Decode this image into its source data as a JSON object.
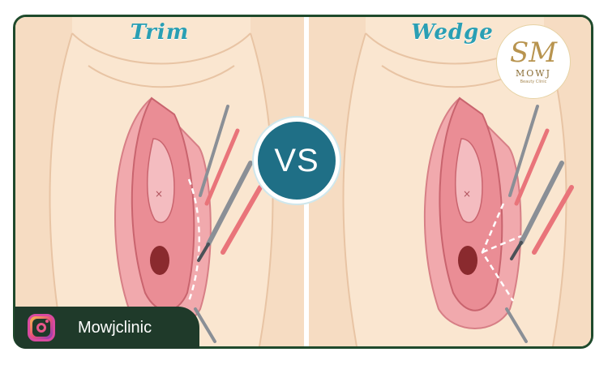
{
  "panels": {
    "left": {
      "title": "Trim"
    },
    "right": {
      "title": "Wedge"
    }
  },
  "center_badge": {
    "label": "VS"
  },
  "logo": {
    "mark": "SM",
    "name": "MOWJ",
    "tagline": "Beauty Clinic"
  },
  "social": {
    "icon": "instagram-icon",
    "handle": "Mowjclinic"
  },
  "colors": {
    "frame": "#1f4a2c",
    "skin": "#fae6d0",
    "title": "#2a9fb4",
    "badge": "#1f6f86",
    "social_bg": "#1f3a2a"
  }
}
